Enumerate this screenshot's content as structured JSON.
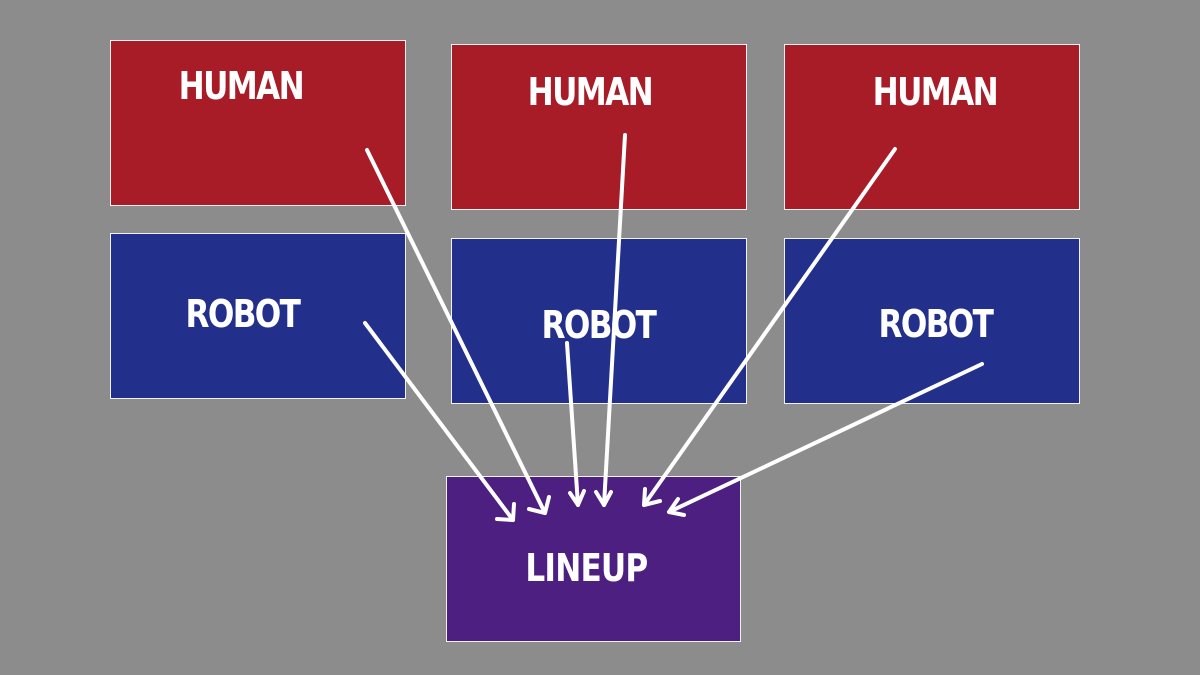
{
  "humans": [
    "HUMAN",
    "HUMAN",
    "HUMAN"
  ],
  "robots": [
    "ROBOT",
    "ROBOT",
    "ROBOT"
  ],
  "target": "LINEUP",
  "colors": {
    "background": "#8c8c8c",
    "human_box": "#a81c28",
    "robot_box": "#22308c",
    "lineup_box": "#4c1f80",
    "arrow": "#ffffff"
  }
}
